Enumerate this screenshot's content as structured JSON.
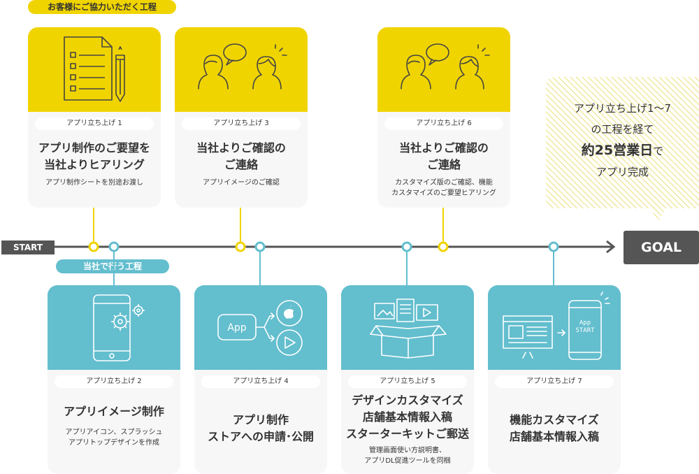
{
  "labels": {
    "customer_process": "お客様にご協力いただく工程",
    "our_process": "当社で行う工程",
    "start": "START",
    "goal": "GOAL"
  },
  "goal_note": {
    "line1": "アプリ立ち上げ1～7",
    "line2": "の工程を経て",
    "line3_bold": "約25営業日",
    "line3_rest": "で",
    "line4": "アプリ完成"
  },
  "icons": {
    "card1": "document-pencil-icon",
    "card2": "phone-gears-icon",
    "card3": "two-people-speech-icon",
    "card4": "app-store-icon",
    "card5": "open-box-media-icon",
    "card6": "two-people-speech-icon",
    "card7": "browser-phone-app-start-icon",
    "app_text": "App",
    "app_start_text": "App\nSTART"
  },
  "colors": {
    "yellow": "#f0d400",
    "teal": "#63bece",
    "dark": "#555555",
    "card_bg": "#f7f7f7"
  },
  "cards": [
    {
      "step": "アプリ立ち上げ 1",
      "title": "アプリ制作のご要望を\n当社よりヒアリング",
      "sub": "アプリ制作シートを別途お渡し"
    },
    {
      "step": "アプリ立ち上げ 2",
      "title": "アプリイメージ制作",
      "sub": "アプリアイコン、スプラッシュ\nアプリトップデザインを作成"
    },
    {
      "step": "アプリ立ち上げ 3",
      "title": "当社よりご確認の\nご連絡",
      "sub": "アプリイメージのご確認"
    },
    {
      "step": "アプリ立ち上げ 4",
      "title": "アプリ制作\nストアへの申請･公開",
      "sub": ""
    },
    {
      "step": "アプリ立ち上げ 5",
      "title": "デザインカスタマイズ\n店舗基本情報入稿\nスターターキットご郵送",
      "sub": "管理画面使い方説明書、\nアプリDL促進ツールを同梱"
    },
    {
      "step": "アプリ立ち上げ 6",
      "title": "当社よりご確認の\nご連絡",
      "sub": "カスタマイズ版のご確認、機能\nカスタマイズのご要望ヒアリング"
    },
    {
      "step": "アプリ立ち上げ 7",
      "title": "機能カスタマイズ\n店舗基本情報入稿",
      "sub": ""
    }
  ]
}
